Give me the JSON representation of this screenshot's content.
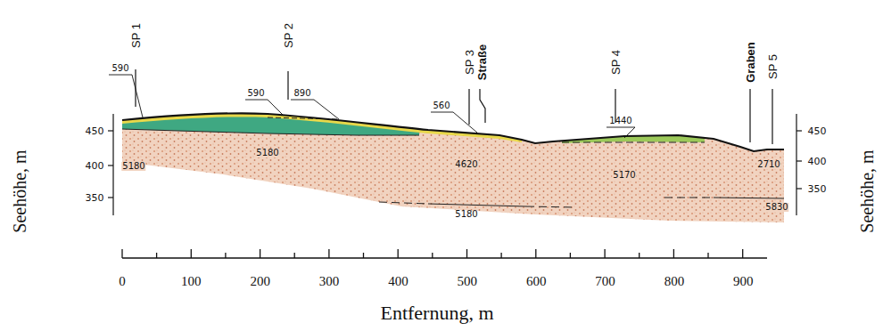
{
  "diagram": {
    "labels": [
      "SP 1",
      "SP 2",
      "SP 3",
      "Straße",
      "SP 4",
      "Graben",
      "SP 5",
      "590",
      "590",
      "890",
      "560",
      "1440",
      "5180",
      "5180",
      "4620",
      "5170",
      "2710",
      "5180",
      "5830",
      "Seehöhe, m",
      "450",
      "400",
      "350",
      "Seehöhe, m",
      "450",
      "400",
      "350",
      "0",
      "100",
      "200",
      "300",
      "400",
      "500",
      "600",
      "700",
      "800",
      "900",
      "Entfernung, m"
    ]
  }
}
